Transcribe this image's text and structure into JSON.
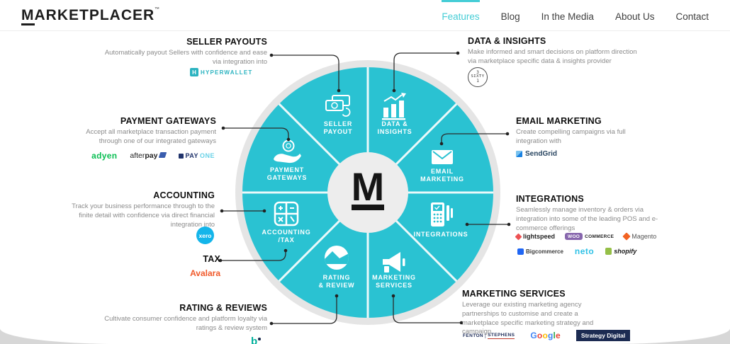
{
  "header": {
    "logo_m": "M",
    "logo_rest": "ARKETPLACER",
    "logo_tm": "™",
    "nav": [
      {
        "label": "Features",
        "active": true
      },
      {
        "label": "Blog",
        "active": false
      },
      {
        "label": "In the Media",
        "active": false
      },
      {
        "label": "About Us",
        "active": false
      },
      {
        "label": "Contact",
        "active": false
      }
    ]
  },
  "wheel": {
    "center_letter": "M",
    "segments": [
      {
        "id": "seller-payout",
        "label1": "SELLER",
        "label2": "PAYOUT"
      },
      {
        "id": "data-insights",
        "label1": "DATA &",
        "label2": "INSIGHTS"
      },
      {
        "id": "email-marketing",
        "label1": "EMAIL",
        "label2": "MARKETING"
      },
      {
        "id": "integrations",
        "label1": "INTEGRATIONS",
        "label2": ""
      },
      {
        "id": "marketing-services",
        "label1": "MARKETING",
        "label2": "SERVICES"
      },
      {
        "id": "rating-review",
        "label1": "RATING",
        "label2": "& REVIEW"
      },
      {
        "id": "accounting-tax",
        "label1": "ACCOUNTING",
        "label2": "/TAX"
      },
      {
        "id": "payment-gateways",
        "label1": "PAYMENT",
        "label2": "GATEWAYS"
      }
    ]
  },
  "callouts": {
    "seller_payouts": {
      "title": "SELLER PAYOUTS",
      "body": "Automatically payout Sellers with confidence and ease via integration into"
    },
    "data_insights": {
      "title": "DATA & INSIGHTS",
      "body": "Make informed and smart decisions on platform direction via marketplace specific data & insights provider"
    },
    "payment_gateways": {
      "title": "PAYMENT GATEWAYS",
      "body": "Accept all marketplace transaction payment through one of our integrated gateways"
    },
    "email_marketing": {
      "title": "EMAIL MARKETING",
      "body": "Create compelling campaigns via full integration with"
    },
    "accounting": {
      "title": "ACCOUNTING",
      "body": "Track your business performance through to the finite detail with confidence via direct financial integration into"
    },
    "tax": {
      "title": "TAX"
    },
    "integrations": {
      "title": "INTEGRATIONS",
      "body": "Seamlessly manage inventory & orders via integration into some of the leading POS and e-commerce offerings"
    },
    "marketing_services": {
      "title": "MARKETING SERVICES",
      "body": "Leverage our existing marketing agency partnerships to customise and create a marketplace specific marketing strategy and campaign"
    },
    "rating_reviews": {
      "title": "RATING & REVIEWS",
      "body": "Cultivate consumer confidence and platform loyalty via ratings & review system"
    }
  },
  "logos": {
    "hyperwallet_icon_letter": "H",
    "hyperwallet": "HYPERWALLET",
    "threesixtyone_top": "3",
    "threesixtyone_mid": "SIXTY",
    "threesixtyone_bottom": "1",
    "adyen": "adyen",
    "afterpay_light": "after",
    "afterpay_bold": "pay",
    "payone_bold": "PAY",
    "payone_light": "ONE",
    "sendgrid": "SendGrid",
    "xero": "xero",
    "avalara": "Avalara",
    "lightspeed": "lightspeed",
    "woo_badge": "WOO",
    "woo_rest": "COMMERCE",
    "magento": "Magento",
    "bigcommerce": "Bigcommerce",
    "neto": "neto",
    "shopify": "shopify",
    "fenton_a": "FENTON",
    "fenton_b": "STEPHENS",
    "google_letters": [
      "G",
      "o",
      "o",
      "g",
      "l",
      "e"
    ],
    "strategy_digital": "Strategy Digital",
    "bazaarvoice_partial": "b"
  },
  "colors": {
    "wheel_teal": "#2ac2d2",
    "nav_active": "#45cdd6",
    "ring_gray": "#e5e5e5",
    "center_gray": "#ededed"
  }
}
